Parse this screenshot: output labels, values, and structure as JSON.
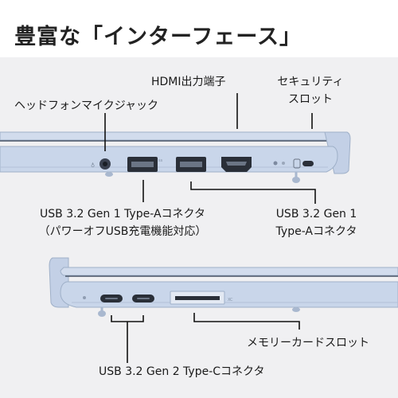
{
  "title": "豊富な「インターフェース」",
  "labels": {
    "hdmi": "HDMI出力端子",
    "security_line1": "セキュリティ",
    "security_line2": "スロット",
    "headphone": "ヘッドフォンマイクジャック",
    "usb_a_left_line1": "USB 3.2 Gen 1 Type-Aコネクタ",
    "usb_a_left_line2": "（パワーオフUSB充電機能対応）",
    "usb_a_right_line1": "USB 3.2 Gen 1",
    "usb_a_right_line2": "Type-Aコネクタ",
    "card_slot": "メモリーカードスロット",
    "usb_c": "USB 3.2 Gen 2 Type-Cコネクタ"
  },
  "colors": {
    "background": "#f0f0f2",
    "laptop_body": "#c9d6ea",
    "laptop_edge": "#9fb0c8",
    "port": "#2a2f38",
    "leader_line": "#111111"
  }
}
